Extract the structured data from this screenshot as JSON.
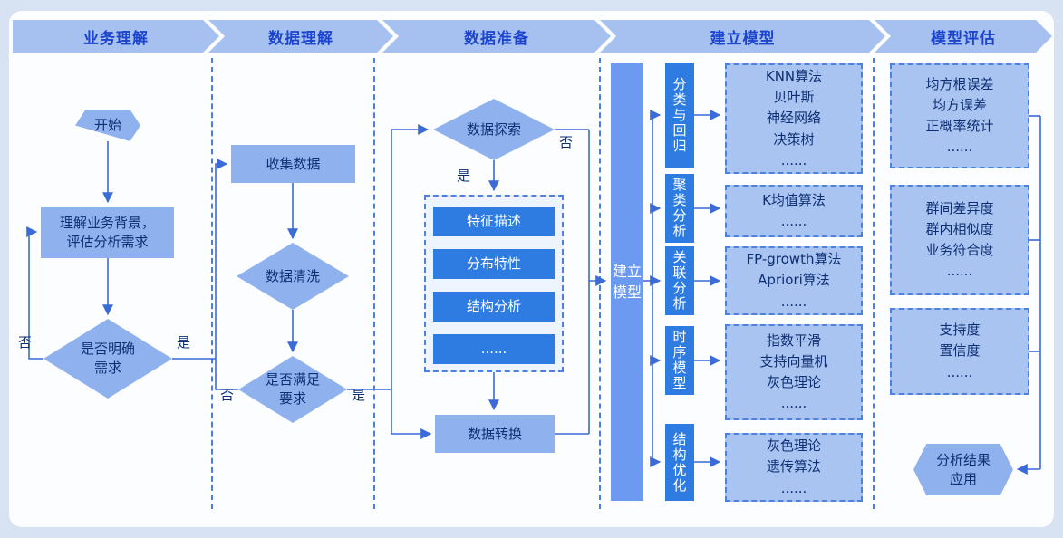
{
  "header": {
    "stages": [
      {
        "label": "业务理解"
      },
      {
        "label": "数据理解"
      },
      {
        "label": "数据准备"
      },
      {
        "label": "建立模型"
      },
      {
        "label": "模型评估"
      }
    ]
  },
  "business": {
    "start": "开始",
    "understand": "理解业务背景，\n评估分析需求",
    "clarify": "是否明确\n需求",
    "yes": "是",
    "no": "否"
  },
  "data_understanding": {
    "collect": "收集数据",
    "clean": "数据清洗",
    "satisfy": "是否满足\n要求",
    "yes": "是",
    "no": "否"
  },
  "data_preparation": {
    "explore": "数据探索",
    "yes": "是",
    "no": "否",
    "steps": [
      "特征描述",
      "分布特性",
      "结构分析",
      "......"
    ],
    "transform": "数据转换"
  },
  "modeling": {
    "build": "建立\n模型",
    "categories": [
      "分类与回归",
      "聚类分析",
      "关联分析",
      "时序模型",
      "结构优化"
    ],
    "algorithms": [
      "KNN算法\n贝叶斯\n神经网络\n决策树\n......",
      "K均值算法\n......",
      "FP-growth算法\nApriori算法\n......",
      "指数平滑\n支持向量机\n灰色理论\n......",
      "灰色理论\n遗传算法\n......"
    ]
  },
  "evaluation": {
    "metrics": [
      "均方根误差\n均方误差\n正概率统计\n......",
      "群间差异度\n群内相似度\n业务符合度\n......",
      "支持度\n置信度\n......"
    ],
    "result": "分析结果\n应用"
  },
  "colors": {
    "accent_bright": "#2e7be2",
    "node_fill": "#8fb2ee",
    "banner_fill": "#a6c1f0",
    "connector": "#3b6bd6",
    "text_navy": "#0f2f74"
  }
}
